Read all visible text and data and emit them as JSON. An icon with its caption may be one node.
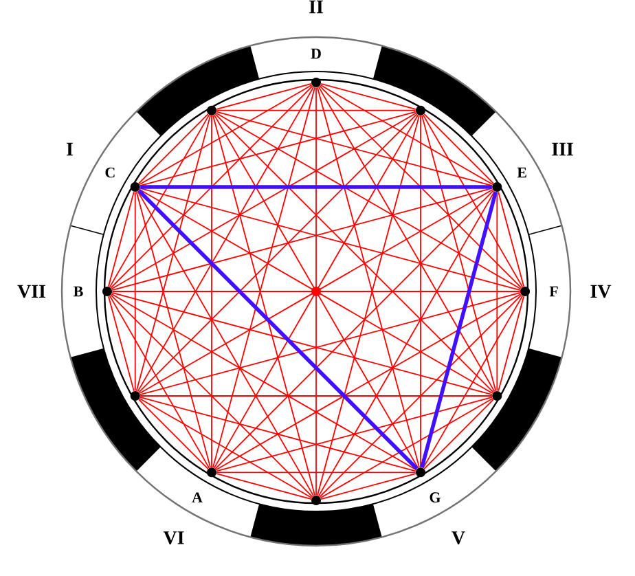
{
  "diagram": {
    "nodes": [
      {
        "text": [],
        "shape": "circle",
        "beside": [
          "D"
        ]
      },
      {
        "text": [],
        "shape": "circle"
      },
      {
        "text": [],
        "shape": "circle",
        "beside": [
          "E"
        ]
      },
      {
        "text": [],
        "shape": "circle",
        "beside": [
          "F"
        ]
      },
      {
        "text": [],
        "shape": "circle"
      },
      {
        "text": [],
        "shape": "circle",
        "beside": [
          "G"
        ]
      },
      {
        "text": [],
        "shape": "circle"
      },
      {
        "text": [],
        "shape": "circle",
        "beside": [
          "A"
        ]
      },
      {
        "text": [],
        "shape": "circle"
      },
      {
        "text": [],
        "shape": "circle",
        "beside": [
          "B"
        ]
      },
      {
        "text": [],
        "shape": "circle",
        "beside": [
          "C"
        ]
      },
      {
        "text": [],
        "shape": "circle"
      }
    ],
    "edges": [
      {
        "from": 0,
        "to": 1,
        "arrow": "none"
      },
      {
        "from": 0,
        "to": 2,
        "arrow": "none"
      },
      {
        "from": 0,
        "to": 3,
        "arrow": "none"
      },
      {
        "from": 0,
        "to": 4,
        "arrow": "none"
      },
      {
        "from": 0,
        "to": 5,
        "arrow": "none"
      },
      {
        "from": 0,
        "to": 6,
        "arrow": "none"
      },
      {
        "from": 0,
        "to": 7,
        "arrow": "none"
      },
      {
        "from": 0,
        "to": 8,
        "arrow": "none"
      },
      {
        "from": 0,
        "to": 9,
        "arrow": "none"
      },
      {
        "from": 0,
        "to": 10,
        "arrow": "none"
      },
      {
        "from": 0,
        "to": 11,
        "arrow": "none"
      },
      {
        "from": 1,
        "to": 2,
        "arrow": "none"
      },
      {
        "from": 1,
        "to": 3,
        "arrow": "none"
      },
      {
        "from": 1,
        "to": 4,
        "arrow": "none"
      },
      {
        "from": 1,
        "to": 5,
        "arrow": "none"
      },
      {
        "from": 1,
        "to": 6,
        "arrow": "none"
      },
      {
        "from": 1,
        "to": 7,
        "arrow": "none"
      },
      {
        "from": 1,
        "to": 8,
        "arrow": "none"
      },
      {
        "from": 1,
        "to": 9,
        "arrow": "none"
      },
      {
        "from": 1,
        "to": 10,
        "arrow": "none"
      },
      {
        "from": 1,
        "to": 11,
        "arrow": "none"
      },
      {
        "from": 2,
        "to": 3,
        "arrow": "none"
      },
      {
        "from": 2,
        "to": 4,
        "arrow": "none"
      },
      {
        "from": 2,
        "to": 6,
        "arrow": "none"
      },
      {
        "from": 2,
        "to": 7,
        "arrow": "none"
      },
      {
        "from": 2,
        "to": 8,
        "arrow": "none"
      },
      {
        "from": 2,
        "to": 9,
        "arrow": "none"
      },
      {
        "from": 2,
        "to": 11,
        "arrow": "none"
      },
      {
        "from": 3,
        "to": 4,
        "arrow": "none"
      },
      {
        "from": 3,
        "to": 5,
        "arrow": "none"
      },
      {
        "from": 3,
        "to": 6,
        "arrow": "none"
      },
      {
        "from": 3,
        "to": 7,
        "arrow": "none"
      },
      {
        "from": 3,
        "to": 8,
        "arrow": "none"
      },
      {
        "from": 3,
        "to": 9,
        "arrow": "none"
      },
      {
        "from": 3,
        "to": 10,
        "arrow": "none"
      },
      {
        "from": 3,
        "to": 11,
        "arrow": "none"
      },
      {
        "from": 4,
        "to": 5,
        "arrow": "none"
      },
      {
        "from": 4,
        "to": 6,
        "arrow": "none"
      },
      {
        "from": 4,
        "to": 7,
        "arrow": "none"
      },
      {
        "from": 4,
        "to": 8,
        "arrow": "none"
      },
      {
        "from": 4,
        "to": 9,
        "arrow": "none"
      },
      {
        "from": 4,
        "to": 10,
        "arrow": "none"
      },
      {
        "from": 4,
        "to": 11,
        "arrow": "none"
      },
      {
        "from": 5,
        "to": 6,
        "arrow": "none"
      },
      {
        "from": 5,
        "to": 7,
        "arrow": "none"
      },
      {
        "from": 5,
        "to": 8,
        "arrow": "none"
      },
      {
        "from": 5,
        "to": 9,
        "arrow": "none"
      },
      {
        "from": 5,
        "to": 11,
        "arrow": "none"
      },
      {
        "from": 6,
        "to": 7,
        "arrow": "none"
      },
      {
        "from": 6,
        "to": 8,
        "arrow": "none"
      },
      {
        "from": 6,
        "to": 9,
        "arrow": "none"
      },
      {
        "from": 6,
        "to": 10,
        "arrow": "none"
      },
      {
        "from": 6,
        "to": 11,
        "arrow": "none"
      },
      {
        "from": 7,
        "to": 8,
        "arrow": "none"
      },
      {
        "from": 7,
        "to": 9,
        "arrow": "none"
      },
      {
        "from": 7,
        "to": 10,
        "arrow": "none"
      },
      {
        "from": 7,
        "to": 11,
        "arrow": "none"
      },
      {
        "from": 8,
        "to": 9,
        "arrow": "none"
      },
      {
        "from": 8,
        "to": 10,
        "arrow": "none"
      },
      {
        "from": 8,
        "to": 11,
        "arrow": "none"
      },
      {
        "from": 9,
        "to": 10,
        "arrow": "none"
      },
      {
        "from": 9,
        "to": 11,
        "arrow": "none"
      },
      {
        "from": 10,
        "to": 11,
        "arrow": "none"
      },
      {
        "from": 10,
        "to": 2,
        "arrow": "none",
        "style": "thick",
        "color": "#4010ff"
      },
      {
        "from": 2,
        "to": 5,
        "arrow": "none",
        "style": "thick",
        "color": "#4010ff"
      },
      {
        "from": 10,
        "to": 5,
        "arrow": "none",
        "style": "thick",
        "color": "#4010ff"
      }
    ],
    "labels": [
      "II",
      "I",
      "III",
      "VII",
      "IV",
      "VI",
      "V"
    ]
  }
}
